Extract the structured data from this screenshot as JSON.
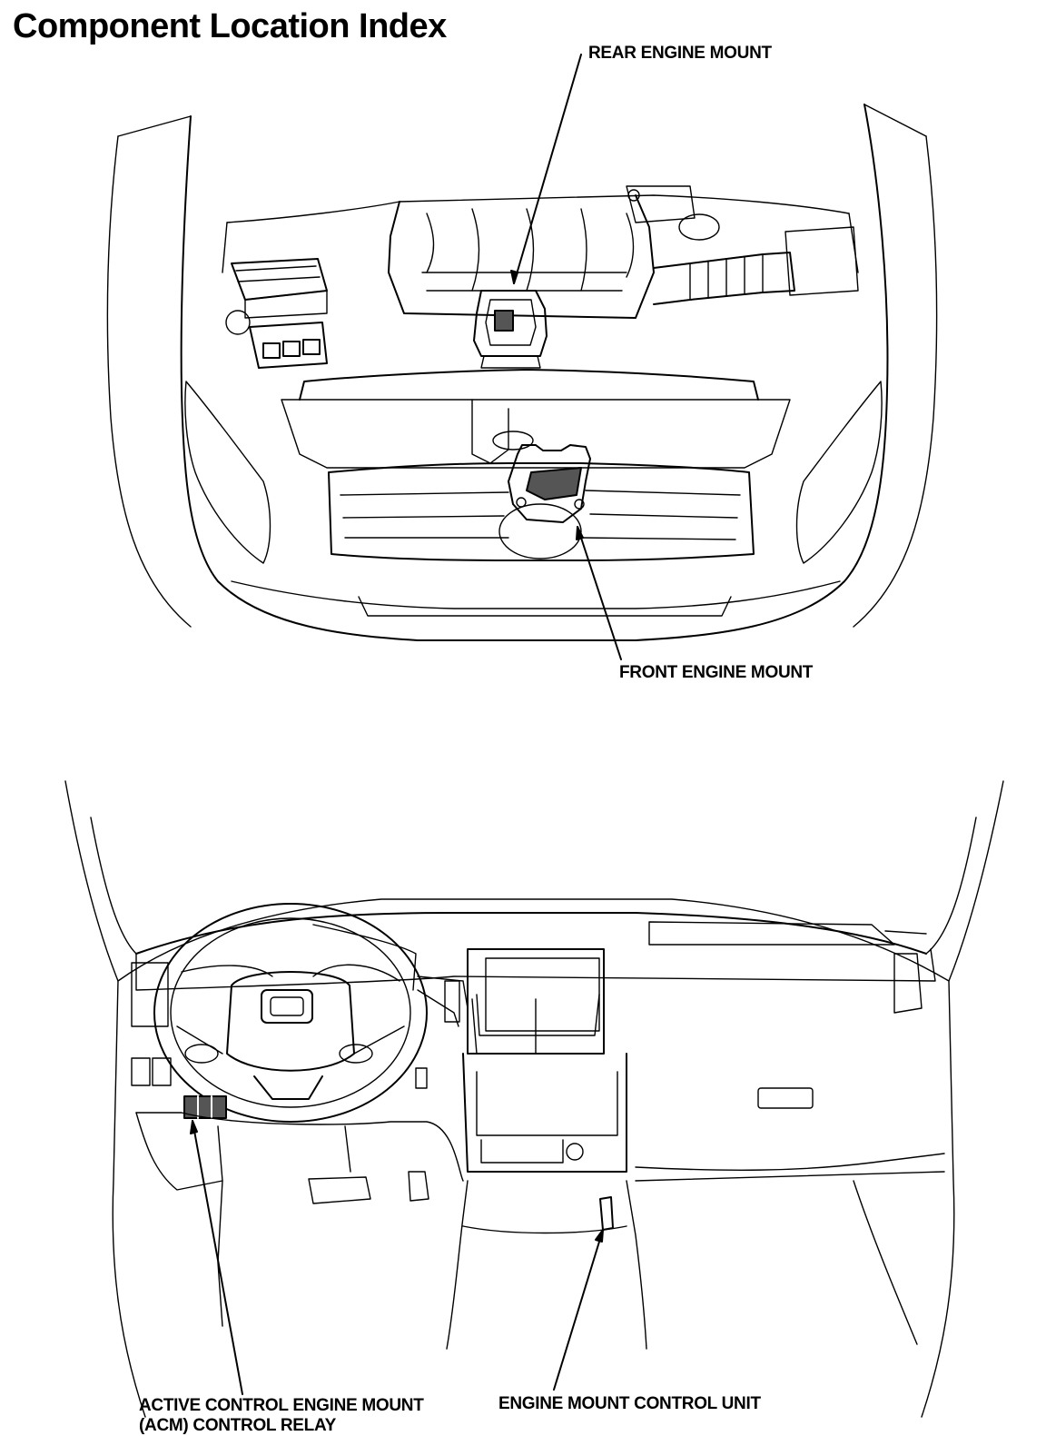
{
  "page": {
    "title": "Component Location Index"
  },
  "callouts": {
    "rear_engine_mount": "REAR ENGINE MOUNT",
    "front_engine_mount": "FRONT ENGINE MOUNT",
    "acm_relay_line1": "ACTIVE CONTROL ENGINE MOUNT",
    "acm_relay_line2": "(ACM) CONTROL RELAY",
    "engine_mount_control_unit": "ENGINE MOUNT CONTROL UNIT"
  },
  "figures": [
    {
      "id": "engine-compartment-view",
      "icon": "vehicle-front-engine-bay-icon"
    },
    {
      "id": "dashboard-interior-view",
      "icon": "vehicle-dashboard-icon"
    }
  ]
}
